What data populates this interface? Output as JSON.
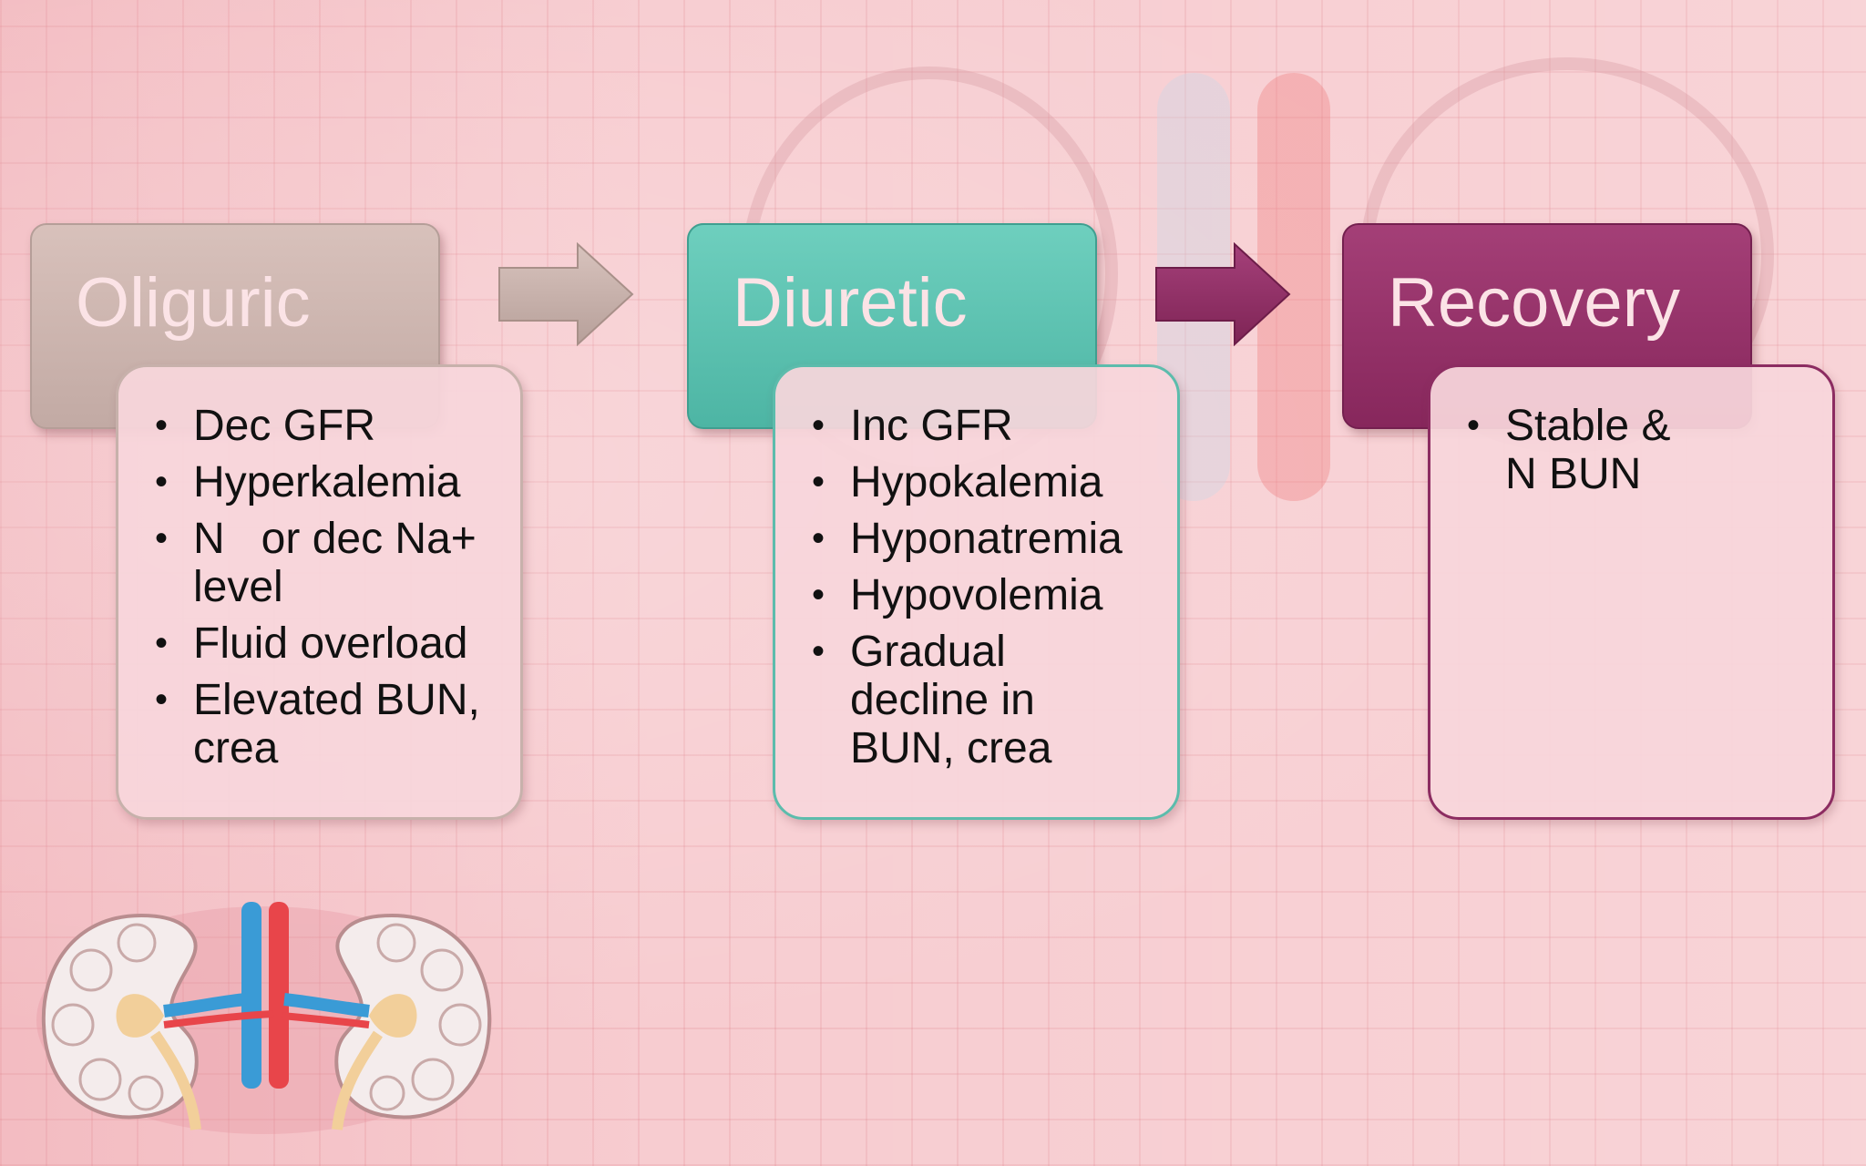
{
  "stages": [
    {
      "title": "Oliguric",
      "items": [
        "Dec GFR",
        "Hyperkalemia",
        "N   or dec Na+ level",
        "Fluid overload",
        "Elevated BUN, crea"
      ]
    },
    {
      "title": "Diuretic",
      "items": [
        "Inc GFR",
        "Hypokalemia",
        "Hyponatremia",
        "Hypovolemia",
        "Gradual decline in BUN, crea"
      ]
    },
    {
      "title": "Recovery",
      "items": [
        "Stable & N BUN"
      ]
    }
  ],
  "colors": {
    "oliguric": "#c9b2ac",
    "diuretic": "#5cbfad",
    "recovery": "#952f69",
    "background": "#f7ccd0"
  },
  "icons": [
    "arrow-right-icon",
    "kidney-illustration"
  ]
}
